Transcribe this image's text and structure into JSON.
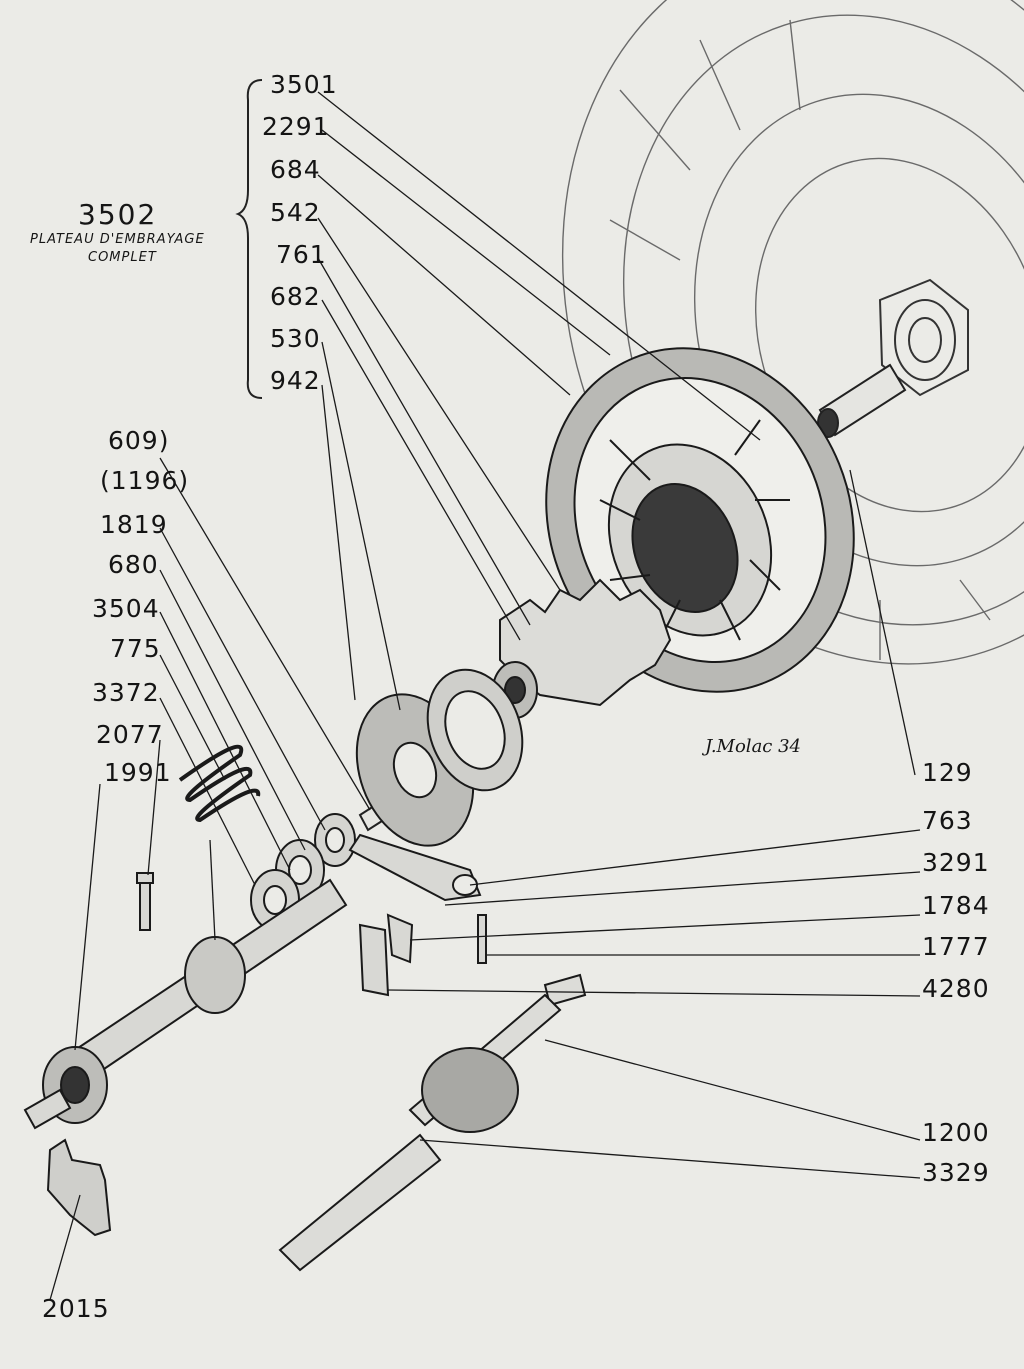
{
  "assembly": {
    "number": "3502",
    "line1": "PLATEAU D'EMBRAYAGE",
    "line2": "COMPLET"
  },
  "callouts": {
    "c3501": "3501",
    "c2291": "2291",
    "c684": "684",
    "c542": "542",
    "c761": "761",
    "c682": "682",
    "c530": "530",
    "c942": "942",
    "c609": "609)",
    "c1196": "(1196)",
    "c1819": "1819",
    "c680": "680",
    "c3504": "3504",
    "c775": "775",
    "c3372": "3372",
    "c2077": "2077",
    "c1991": "1991",
    "c129": "129",
    "c763": "763",
    "c3291": "3291",
    "c1784": "1784",
    "c1777": "1777",
    "c4280": "4280",
    "c1200": "1200",
    "c3329": "3329",
    "c2015": "2015"
  },
  "signature": "J.Molac 34",
  "colors": {
    "paper": "#ebebe7",
    "ink": "#161616",
    "shade": "#555555"
  }
}
